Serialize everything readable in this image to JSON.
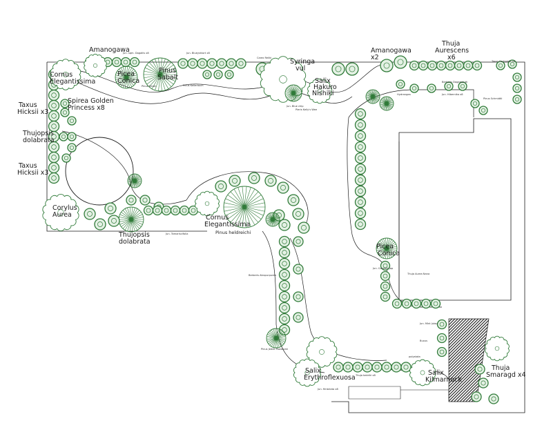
{
  "colors": {
    "plant_stroke": "#2f7a38",
    "plant_fill": "#e4f1e4",
    "line": "#1a1a1a",
    "hatch": "#151515",
    "paper": "#ffffff"
  },
  "labels": {
    "amanogawa_top": "Amanogawa",
    "cornus_1": "Cornus",
    "cornus_1b": "Elegantissima",
    "spirea_1": "Spirea Golden",
    "spirea_2": "Princess x8",
    "taxus_1a": "Taxus",
    "taxus_1b": "Hicksii x3",
    "thujopsis_1a": "Thujopsis",
    "thujopsis_1b": "dolabrata",
    "taxus_2a": "Taxus",
    "taxus_2b": "Hicksii x3",
    "corylus_a": "Corylus",
    "corylus_b": "Aurea",
    "thujopsis_2a": "Thujopsis",
    "thujopsis_2b": "dolabrata",
    "picea_1a": "Picea",
    "picea_1b": "Conica",
    "pinus_a": "Pinus",
    "pinus_b": "Sabalt",
    "syringa_a": "Syringa",
    "syringa_b": "vul",
    "salix_1a": "Salix",
    "salix_1b": "Hakuro",
    "salix_1c": "Nishiki",
    "amanogawa_right_a": "Amanogawa",
    "amanogawa_right_b": "x2",
    "thuja_1a": "Thuja",
    "thuja_1b": "Aurescens",
    "thuja_1c": "x6",
    "cornus_2a": "Cornus",
    "cornus_2b": "Elegantissima",
    "pinus_h": "Pinus heldreichi",
    "picea_2a": "Picea",
    "picea_2b": "Conica",
    "salix_2a": "Salix",
    "salix_2b": "Erythroflexuosa",
    "salix_3a": "Salix",
    "salix_3b": "Kilmarnock",
    "thuja_2a": "Thuja",
    "thuja_2b": "Smaragd x4"
  },
  "small_tags": [
    "Jun. sqm. Dogaliis x8",
    "Jun. Blueyshiort x8",
    "Pinus Smok",
    "Pinus Kellerbuch",
    "Carex Reliki",
    "Jun. Blue chip",
    "Pieris Kelly's Wee",
    "Hydrangea",
    "Berberis Dagamouth",
    "Jun. Hibernika x8",
    "Pinus Schmidtii",
    "Taxus Fastigiata x8",
    "Jun. Cossack jap",
    "Thuja Aurea Nana",
    "Berberis Atropurpurea",
    "Pinus Jeddii Pawatomi",
    "Thuja bakriki x8",
    "polystata",
    "Jun. Mint Julep",
    "Buxus",
    "Jun. fimbriata x8",
    "Jun. Tamariscifolia"
  ]
}
